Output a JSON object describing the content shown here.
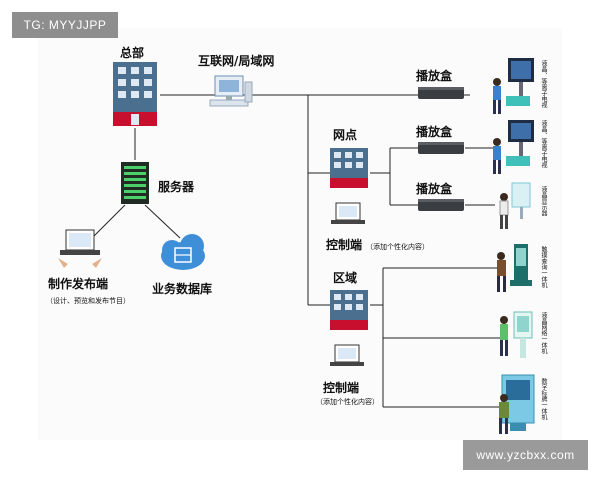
{
  "watermark_top": "TG: MYYJJPP",
  "watermark_bottom": "www.yzcbxx.com",
  "nodes": {
    "hq": "总部",
    "network": "互联网/局域网",
    "server": "服务器",
    "publisher": "制作发布端",
    "publisher_sub": "（设计、预览和发布节目）",
    "database": "业务数据库",
    "branch": "网点",
    "controller_a": "控制端",
    "controller_a_sub": "（添加个性化内容）",
    "region": "区域",
    "controller_b": "控制端",
    "controller_b_sub": "（添加个性化内容）",
    "box1": "播放盒",
    "box2": "播放盒",
    "box3": "播放盒"
  },
  "devices": [
    "液晶、等离子电视",
    "液晶、等离子电视",
    "液晶显示器",
    "触摸查询一体机",
    "液晶网络一体机",
    "数字标牌一体机"
  ],
  "colors": {
    "line": "#222222",
    "building": "#4b6f8f",
    "accent": "#c8102e",
    "cloud": "#3f8fd8"
  }
}
